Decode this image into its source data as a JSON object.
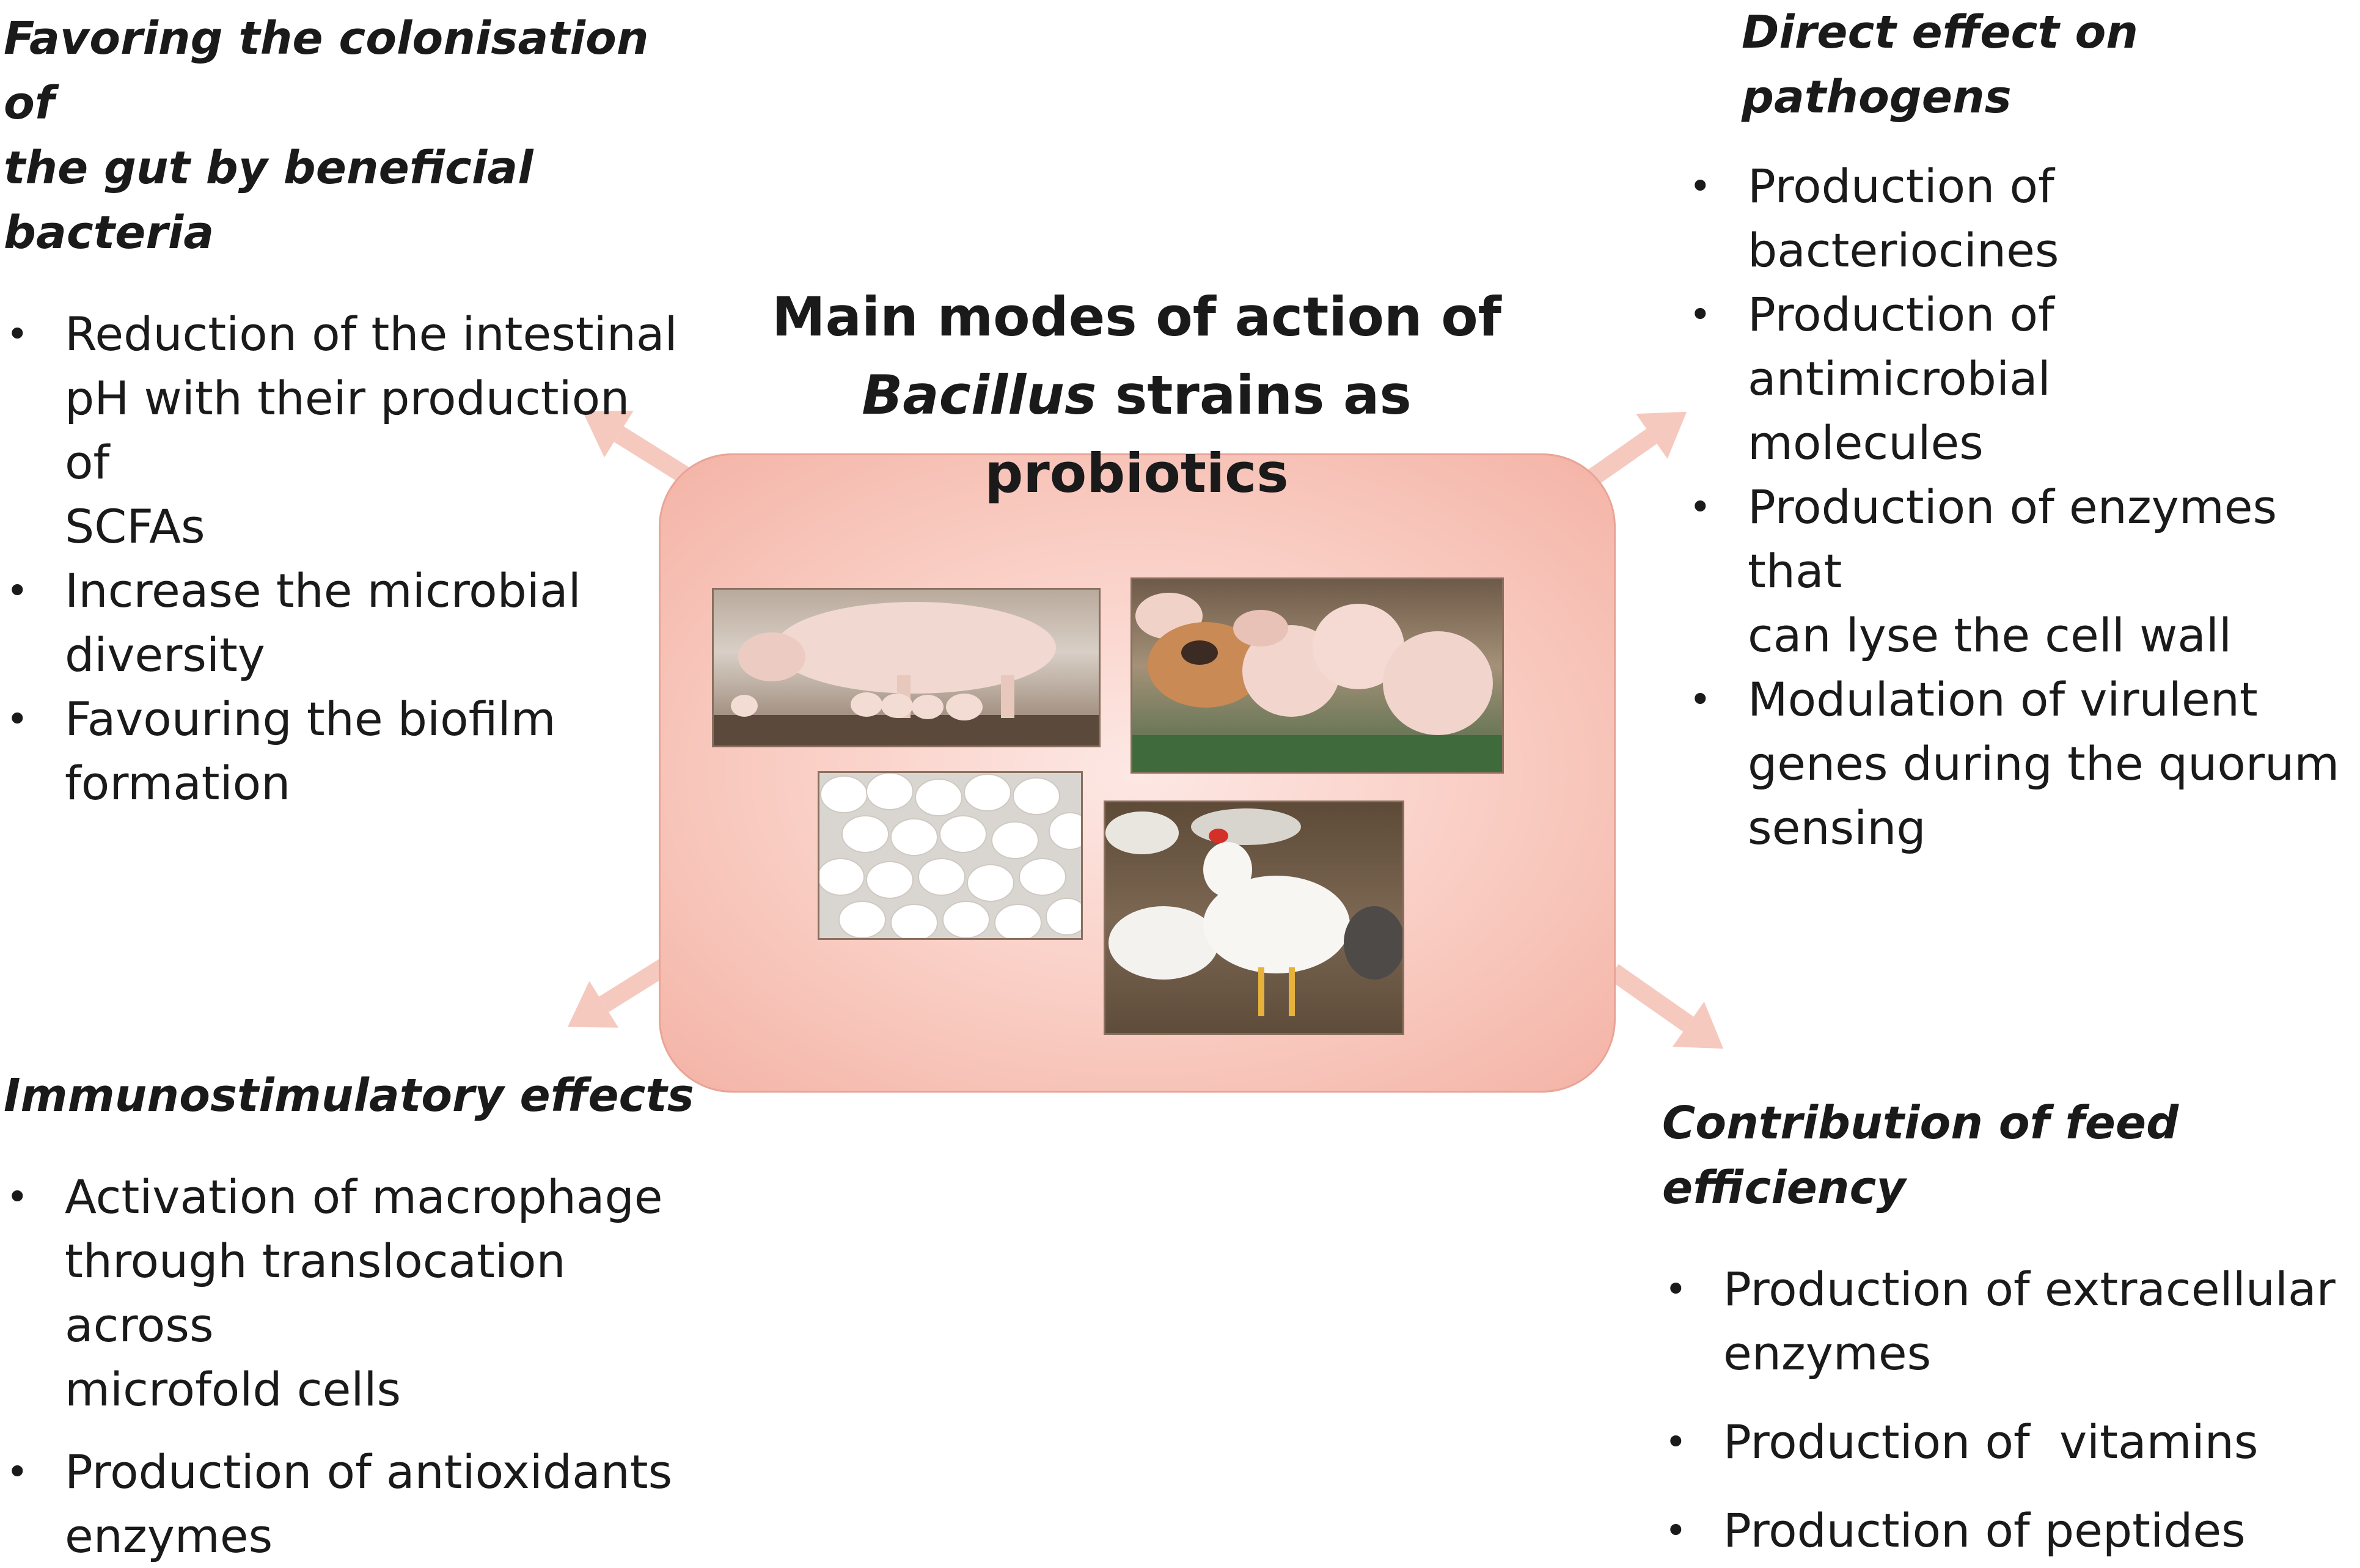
{
  "center": {
    "title_line1": "Main modes of action of",
    "title_line2_italic": "Bacillus",
    "title_line2_rest": " strains as probiotics"
  },
  "panels": {
    "top_left": {
      "title_line1": "Favoring the colonisation of",
      "title_line2": "the gut by beneficial bacteria",
      "items": [
        [
          "Reduction of the intestinal",
          "pH with their production of",
          "SCFAs"
        ],
        [
          "Increase the microbial",
          "diversity"
        ],
        [
          "Favouring the biofilm",
          "formation"
        ]
      ]
    },
    "top_right": {
      "title": "Direct effect on pathogens",
      "items": [
        [
          "Production of bacteriocines"
        ],
        [
          "Production of antimicrobial",
          "molecules"
        ],
        [
          "Production of enzymes that",
          "can lyse the cell wall"
        ],
        [
          "Modulation of virulent",
          "genes during the quorum",
          "sensing"
        ]
      ]
    },
    "bottom_left": {
      "title": "Immunostimulatory effects",
      "items": [
        [
          "Activation of macrophage",
          "through translocation across",
          "microfold cells"
        ],
        [
          "Production of antioxidants",
          "enzymes"
        ]
      ]
    },
    "bottom_right": {
      "title": "Contribution of feed efficiency",
      "items": [
        [
          "Production of extracellular",
          "enzymes"
        ],
        [
          "Production of  vitamins"
        ],
        [
          "Production of peptides"
        ]
      ]
    }
  },
  "colors": {
    "box_fill": "#f9ccc2",
    "arrow": "#f6c9bf"
  }
}
